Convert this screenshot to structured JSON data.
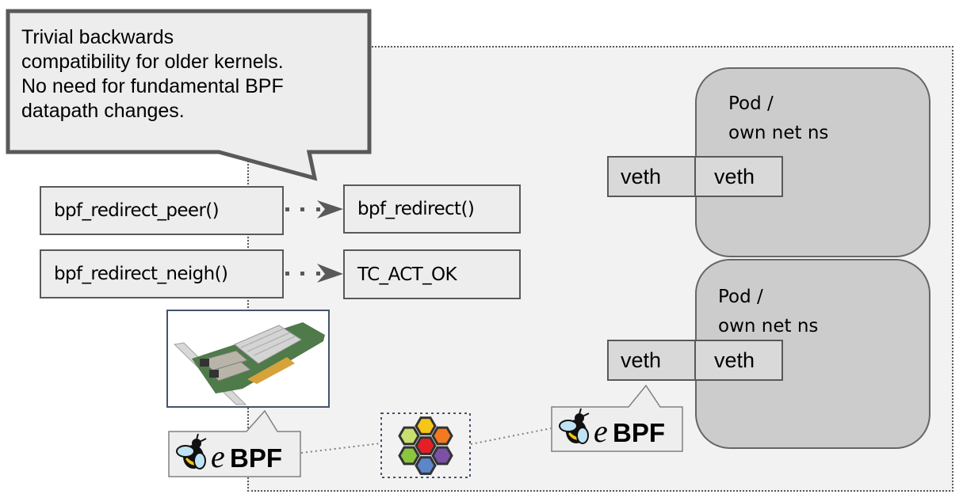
{
  "callout": {
    "lines": [
      "Trivial backwards",
      "compatibility for older kernels.",
      "No need for fundamental BPF",
      "datapath changes."
    ]
  },
  "mappings": [
    {
      "from": "bpf_redirect_peer()",
      "to": "bpf_redirect()"
    },
    {
      "from": "bpf_redirect_neigh()",
      "to": "TC_ACT_OK"
    }
  ],
  "pods": [
    {
      "title": "Pod /",
      "subtitle": "own net ns",
      "veth_host": "veth",
      "veth_pod": "veth"
    },
    {
      "title": "Pod /",
      "subtitle": "own net ns",
      "veth_host": "veth",
      "veth_pod": "veth"
    }
  ],
  "ebpf_badges": [
    {
      "e": "e",
      "label": "BPF",
      "attached_to": "nic"
    },
    {
      "e": "e",
      "label": "BPF",
      "attached_to": "host-veth"
    }
  ],
  "nic_image": {
    "icon": "network-card-icon"
  },
  "hive_icon": {
    "icon": "hexagon-cluster-icon",
    "colors": {
      "top": "#f5c518",
      "top_left": "#c8e06e",
      "top_right": "#f37a20",
      "center": "#e61f26",
      "bottom_left": "#8cc63f",
      "bottom_right": "#7b51a6",
      "bottom": "#5b86c9"
    }
  },
  "colors": {
    "region_bg": "#f2f2f2",
    "box_border": "#595959",
    "pod_fill": "#cccccc",
    "nic_border": "#44546a"
  }
}
